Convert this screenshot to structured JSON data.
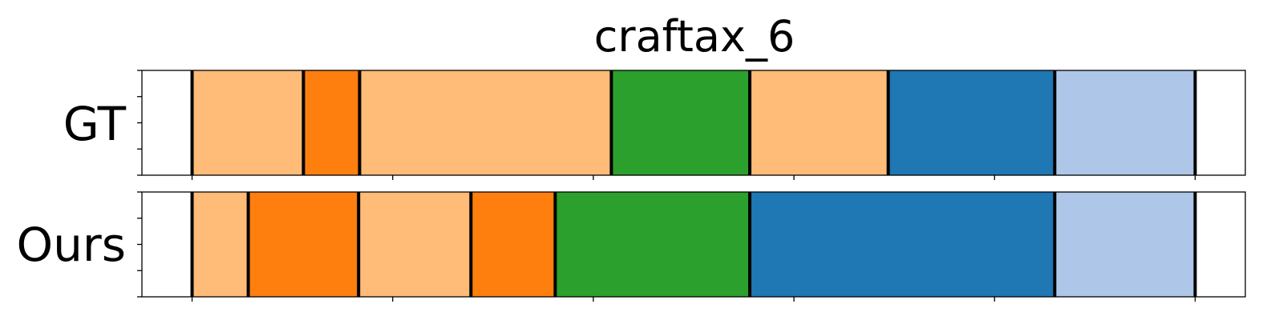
{
  "chart_data": {
    "type": "segmentation_timeline",
    "title": "craftax_6",
    "xlim": [
      -25,
      525
    ],
    "x_ticks": [
      0,
      100,
      200,
      300,
      400,
      500
    ],
    "colors": {
      "light_orange": "#ffbb78",
      "orange": "#ff7f0e",
      "green": "#2ca02c",
      "blue": "#1f77b4",
      "light_blue": "#aec7e8",
      "boundary": "#000000"
    },
    "rows": [
      {
        "label": "GT",
        "segments": [
          {
            "start": 0,
            "end": 55.5,
            "color": "light_orange"
          },
          {
            "start": 55.5,
            "end": 83.5,
            "color": "orange"
          },
          {
            "start": 83.5,
            "end": 209,
            "color": "light_orange"
          },
          {
            "start": 209,
            "end": 278,
            "color": "green"
          },
          {
            "start": 278,
            "end": 347,
            "color": "light_orange"
          },
          {
            "start": 347,
            "end": 430,
            "color": "blue"
          },
          {
            "start": 430,
            "end": 500,
            "color": "light_blue"
          }
        ]
      },
      {
        "label": "Ours",
        "segments": [
          {
            "start": 0,
            "end": 28,
            "color": "light_orange"
          },
          {
            "start": 28,
            "end": 83,
            "color": "orange"
          },
          {
            "start": 83,
            "end": 139,
            "color": "light_orange"
          },
          {
            "start": 139,
            "end": 181,
            "color": "orange"
          },
          {
            "start": 181,
            "end": 278,
            "color": "green"
          },
          {
            "start": 278,
            "end": 430,
            "color": "blue"
          },
          {
            "start": 430,
            "end": 500,
            "color": "light_blue"
          }
        ]
      }
    ]
  }
}
